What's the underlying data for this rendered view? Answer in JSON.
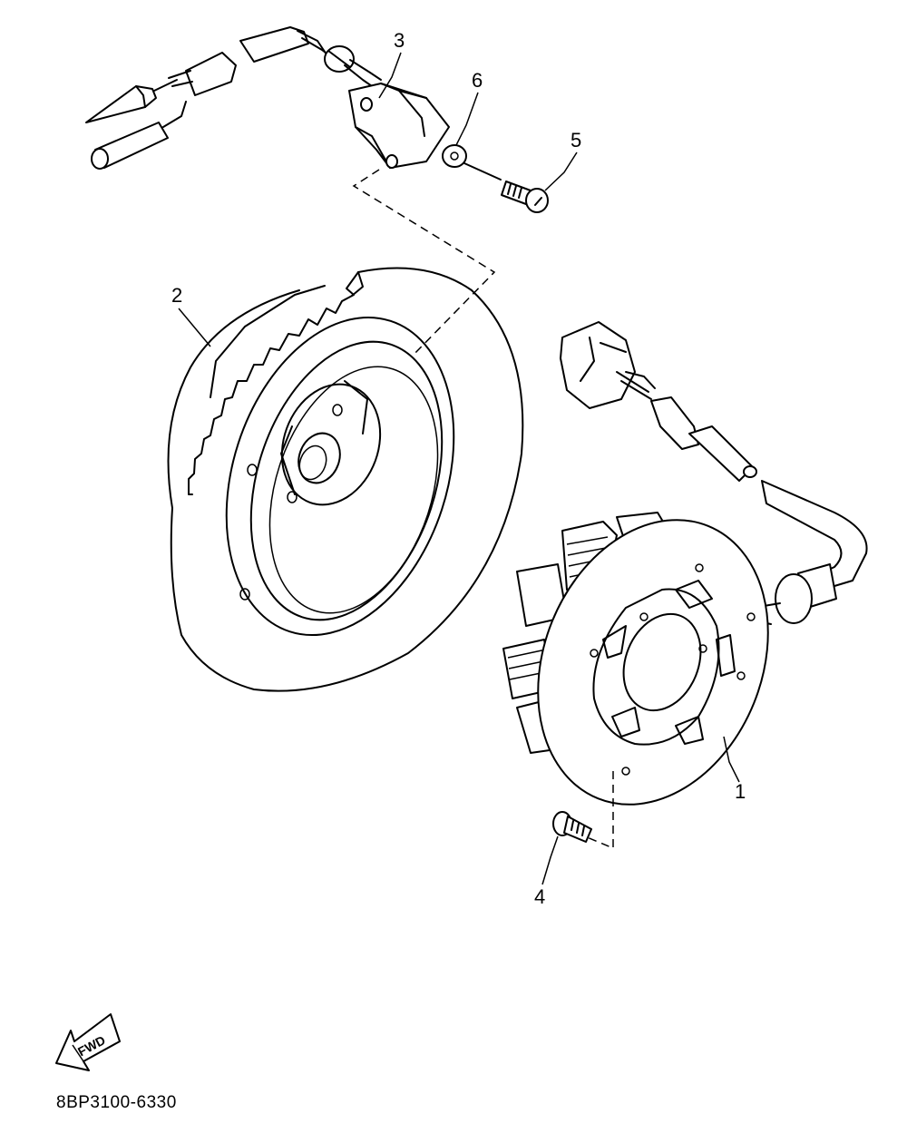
{
  "diagram": {
    "document_code": "8BP3100-6330",
    "direction_indicator": "FWD",
    "callouts": [
      "1",
      "2",
      "3",
      "4",
      "5",
      "6"
    ]
  }
}
